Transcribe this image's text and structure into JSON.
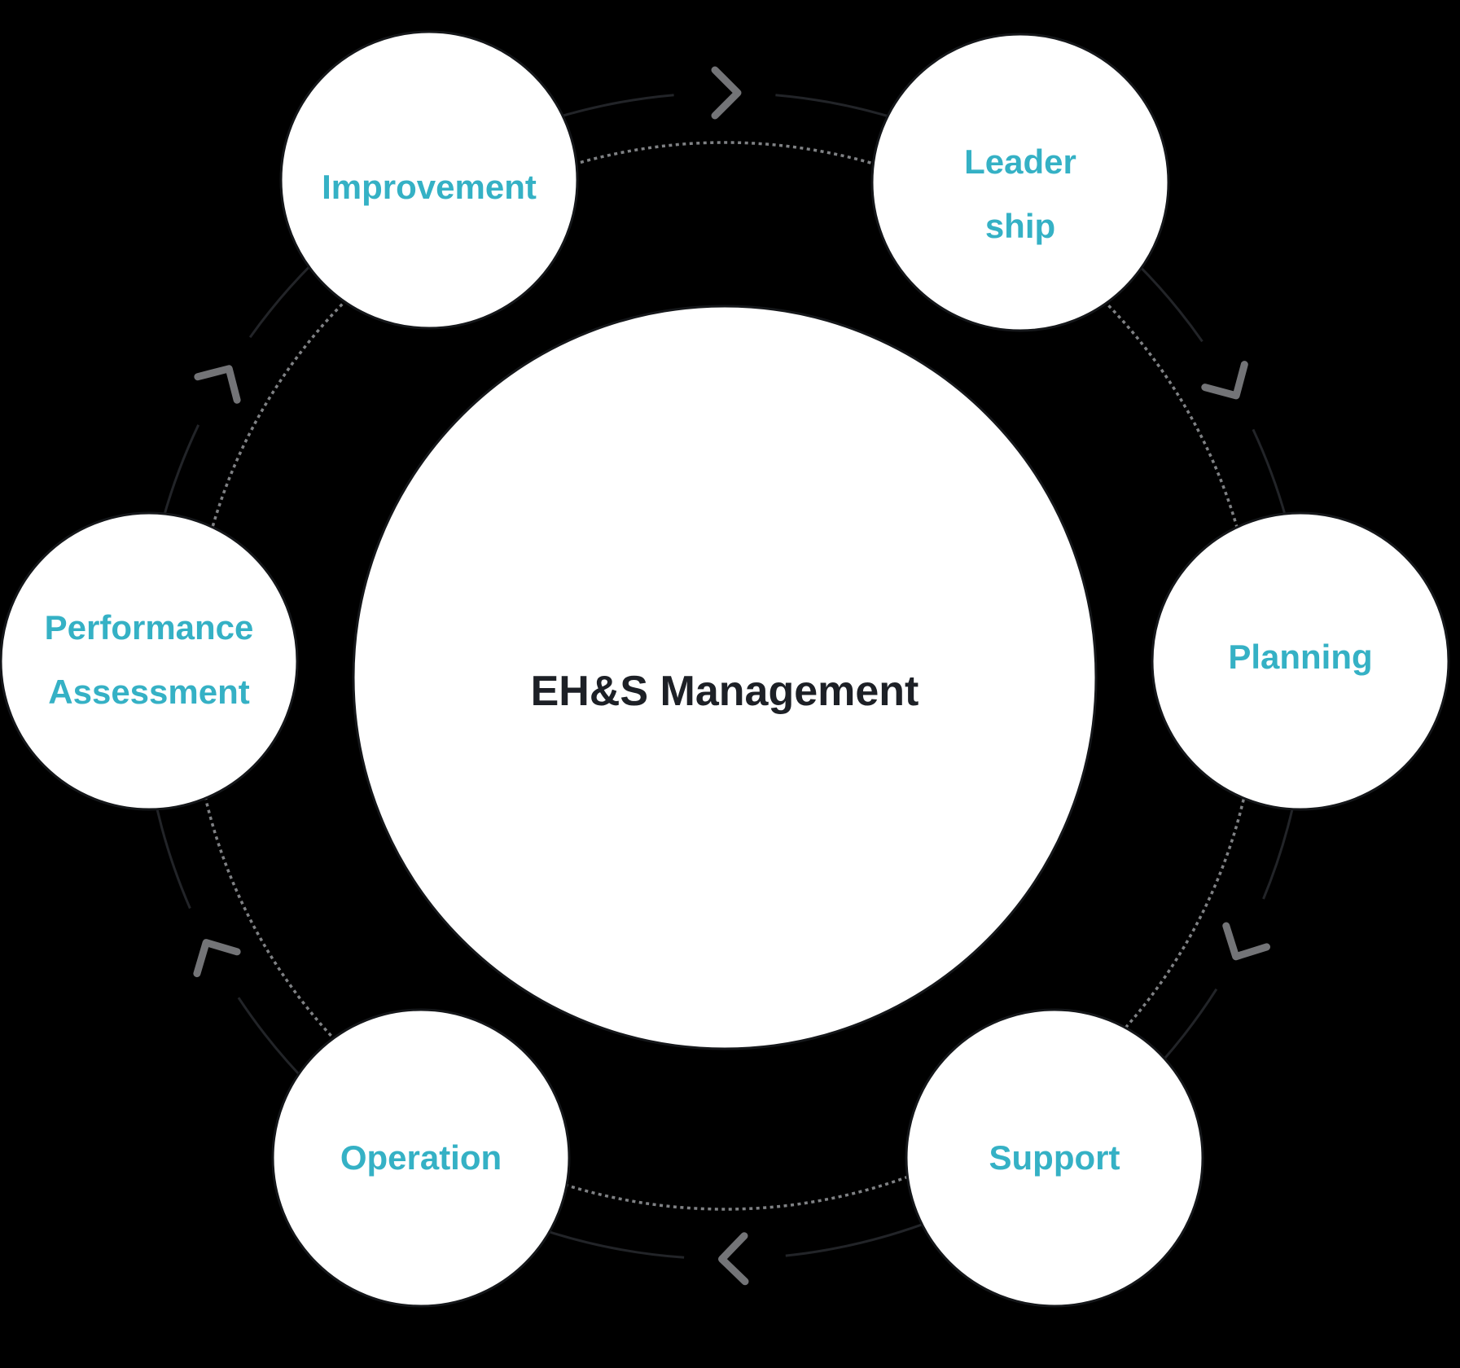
{
  "background_color": "#000000",
  "diagram": {
    "title": "EH&S Management cycle diagram",
    "flow_direction": "clockwise",
    "center": {
      "label": "EH&S Management"
    },
    "nodes": [
      {
        "id": "improvement",
        "label": "Improvement",
        "label_lines": [
          "Improvement"
        ]
      },
      {
        "id": "leadership",
        "label": "Leadership",
        "label_lines": [
          "Leader",
          "ship"
        ]
      },
      {
        "id": "planning",
        "label": "Planning",
        "label_lines": [
          "Planning"
        ]
      },
      {
        "id": "support",
        "label": "Support",
        "label_lines": [
          "Support"
        ]
      },
      {
        "id": "operation",
        "label": "Operation",
        "label_lines": [
          "Operation"
        ]
      },
      {
        "id": "performance-assessment",
        "label": "Performance Assessment",
        "label_lines": [
          "Performance",
          "Assessment"
        ]
      }
    ],
    "colors": {
      "background": "#000000",
      "node_fill": "#ffffff",
      "node_label_teal": "#35b1c5",
      "center_label_dark": "#1d2026",
      "solid_ring": "#222428",
      "dotted_ring": "#7f8184",
      "chevron_gray": "#737477"
    }
  }
}
